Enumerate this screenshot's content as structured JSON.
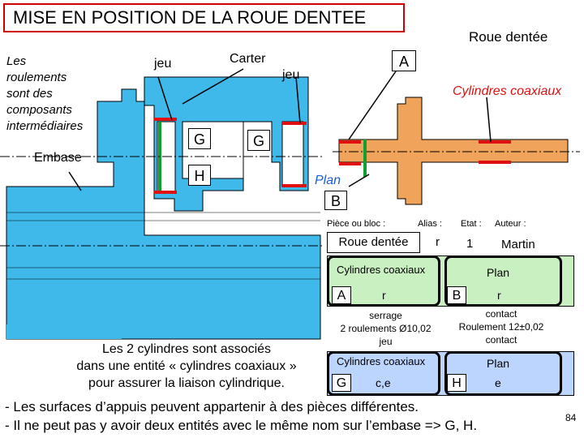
{
  "title": "MISE EN POSITION DE LA ROUE DENTEE",
  "labels": {
    "roue_dentee": "Roue dentée",
    "roulements_note": [
      "Les",
      "roulements",
      "sont des",
      "composants",
      "intermédiaires"
    ],
    "embase": "Embase",
    "jeu_left": "jeu",
    "carter": "Carter",
    "jeu_right": "jeu",
    "A": "A",
    "cylindres_coaxiaux": "Cylindres coaxiaux",
    "G_left": "G",
    "G_right": "G",
    "H": "H",
    "plan": "Plan",
    "B": "B",
    "assoc_note": [
      "Les 2 cylindres sont associés",
      "dans une entité « cylindres coaxiaux »",
      "pour assurer la liaison cylindrique."
    ]
  },
  "table": {
    "headers": {
      "piece": "Pièce ou bloc :",
      "alias": "Alias :",
      "etat": "Etat :",
      "auteur": "Auteur :"
    },
    "piece_value": "Roue dentée",
    "alias_value": "r",
    "etat_value": "1",
    "auteur_value": "Martin",
    "left_entity": {
      "name": "Cylindres coaxiaux",
      "id": "A",
      "alias": "r"
    },
    "right_entity": {
      "name": "Plan",
      "id": "B",
      "alias": "r"
    },
    "left_link": [
      "serrage",
      "2 roulements Ø10,02",
      "jeu"
    ],
    "right_link": [
      "contact",
      "Roulement 12±0,02",
      "contact"
    ],
    "left_embase": {
      "name": "Cylindres coaxiaux",
      "id": "G",
      "alias": "c,e"
    },
    "right_embase": {
      "name": "Plan",
      "id": "H",
      "alias": "e"
    }
  },
  "notes": [
    "- Les surfaces d’appuis peuvent appartenir à des pièces différentes.",
    "- Il ne peut pas y avoir deux entités avec le même nom sur l’embase => G, H."
  ],
  "page_number": "84",
  "colors": {
    "part_blue": "#3fb8ea",
    "gear_orange": "#f0a35a",
    "red": "#e01010",
    "green": "#10a030",
    "table_green": "#c9f0c0",
    "table_blue": "#bcd5ff",
    "title_border": "#cc0000"
  }
}
